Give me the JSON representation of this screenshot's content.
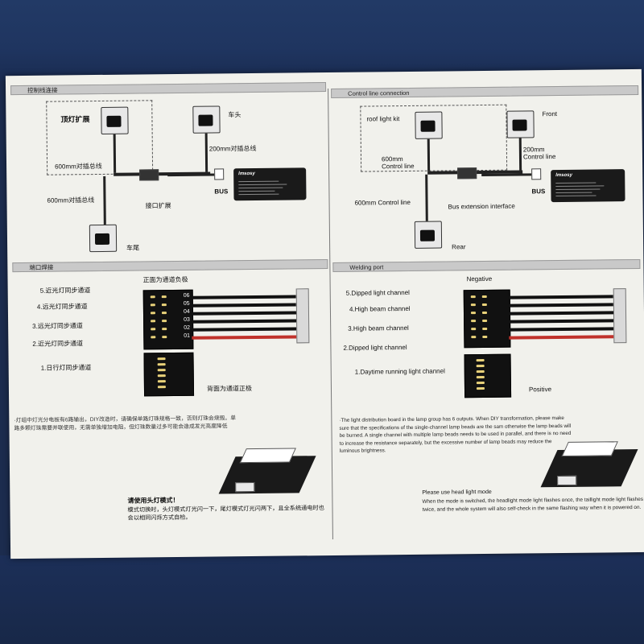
{
  "left": {
    "header_top": "控制线连接",
    "top_labels": {
      "roof": "顶灯扩展",
      "front": "车头",
      "bus1": "600mm对插总线",
      "bus2": "200mm对插总线",
      "bus3": "600mm对插总线",
      "bus": "BUS",
      "extend": "接口扩展",
      "rear": "车尾"
    },
    "header_bottom": "端口焊接",
    "pcb_top_label": "正面为通道负极",
    "pcb_bottom_label": "背面为通道正极",
    "channels": [
      "5.近光灯同步通道",
      "4.远光灯同步通道",
      "3.远光灯同步通道",
      "2.近光灯同步通道",
      "1.日行灯同步通道"
    ],
    "pin_numbers": [
      "06",
      "05",
      "04",
      "03",
      "02",
      "01"
    ],
    "note": "·灯组中灯光分电板有6路输出，DIY改造时，请确保单路灯珠规格一致，否则灯珠会烧毁。单路多颗灯珠需要并联使用，无需单独增加电阻，但灯珠数量过多可能会造成发光亮度降低",
    "mode_title": "请使用头灯模式！",
    "mode_text": "模式切换时，头灯模式灯光闪一下，尾灯模式灯光闪两下，且全系统通电时也会以相同闪烁方式自检。"
  },
  "right": {
    "header_top": "Control line connection",
    "top_labels": {
      "roof": "roof light kit",
      "front": "Front",
      "bus1": "600mm\nControl line",
      "bus2": "200mm\nControl line",
      "bus3": "600mm Control line",
      "bus": "BUS",
      "extend": "Bus extension interface",
      "rear": "Rear"
    },
    "header_bottom": "Welding port",
    "pcb_top_label": "Negative",
    "pcb_bottom_label": "Positive",
    "channels": [
      "5.Dipped light channel",
      "4.High beam channel",
      "3.High beam channel",
      "2.Dipped light channel",
      "1.Daytime running light channel"
    ],
    "note": "·The light distribution board in the lamp group has 6 outputs. When DIY transformation, please make sure that the specifications of the single-channel lamp beads are the sam otherwise the lamp beads will be burned. A single channel with multiple lamp beads needs to be used in parallel, and there is no need to increase the resistance separately, but the excessive number of lamp beads may reduce the luminous brightness.",
    "mode_title": "Please use head light mode",
    "mode_text": "When the mode is switched, the headlight mode light flashes once, the taillight mode light flashes twice, and the whole system will also self-check in the same flashing way when it is powered on."
  },
  "controller_brand": "lmsosy"
}
